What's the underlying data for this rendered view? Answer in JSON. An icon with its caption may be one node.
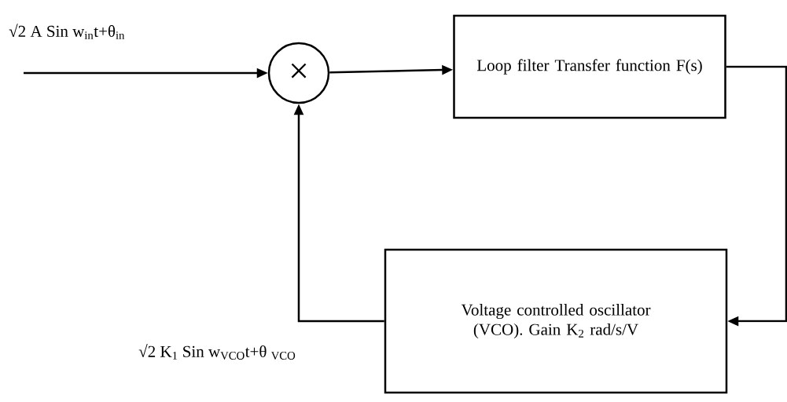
{
  "diagram": {
    "nodes": [
      {
        "text": [
          "×"
        ]
      },
      {
        "text": [
          "Loop filter Transfer function F(s)"
        ]
      },
      {
        "text": [
          "Voltage controlled oscillator (VCO). Gain K$_{2}$ rad/s/V"
        ]
      }
    ],
    "edges": [
      {
        "from": null,
        "to": 0,
        "arrow": "to",
        "label": "√2 A Sin w$_{in}$t+θ$_{in}$"
      },
      {
        "from": 0,
        "to": 1,
        "arrow": "to"
      },
      {
        "from": 1,
        "to": 2,
        "arrow": "to"
      },
      {
        "from": 2,
        "to": 0,
        "arrow": "to",
        "label": "√2 K$_{1}$ Sin w$_{VCO}$t+θ $_{VCO}$"
      }
    ]
  }
}
